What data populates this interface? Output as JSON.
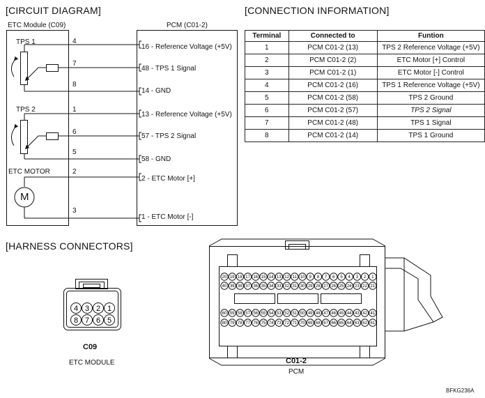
{
  "circuit": {
    "title": "[CIRCUIT DIAGRAM]",
    "etc_module_label": "ETC Module (C09)",
    "pcm_label": "PCM (C01-2)",
    "tps1_label": "TPS 1",
    "tps2_label": "TPS 2",
    "etc_motor_label": "ETC MOTOR",
    "motor_symbol": "M",
    "wires": [
      {
        "module_pin": "4",
        "pcm_text": "16 - Reference Voltage (+5V)"
      },
      {
        "module_pin": "7",
        "pcm_text": "48 - TPS 1 Signal"
      },
      {
        "module_pin": "8",
        "pcm_text": "14 - GND"
      },
      {
        "module_pin": "1",
        "pcm_text": "13 - Reference Voltage (+5V)"
      },
      {
        "module_pin": "6",
        "pcm_text": "57 - TPS 2 Signal"
      },
      {
        "module_pin": "5",
        "pcm_text": "58 - GND"
      },
      {
        "module_pin": "2",
        "pcm_text": "2 - ETC Motor [+]"
      },
      {
        "module_pin": "3",
        "pcm_text": "1 - ETC Motor [-]"
      }
    ]
  },
  "connection": {
    "title": "[CONNECTION INFORMATION]",
    "headers": [
      "Terminal",
      "Connected to",
      "Funtion"
    ],
    "rows": [
      [
        "1",
        "PCM C01-2 (13)",
        "TPS 2 Reference Voltage (+5V)"
      ],
      [
        "2",
        "PCM C01-2 (2)",
        "ETC Motor [+] Control"
      ],
      [
        "3",
        "PCM C01-2 (1)",
        "ETC Motor [-] Control"
      ],
      [
        "4",
        "PCM C01-2 (16)",
        "TPS 1 Reference Voltage (+5V)"
      ],
      [
        "5",
        "PCM C01-2 (58)",
        "TPS 2 Ground"
      ],
      [
        "6",
        "PCM C01-2 (57)",
        "TPS 2 Signal"
      ],
      [
        "7",
        "PCM C01-2 (48)",
        "TPS 1 Signal"
      ],
      [
        "8",
        "PCM C01-2 (14)",
        "TPS 1 Ground"
      ]
    ]
  },
  "harness": {
    "title": "[HARNESS CONNECTORS]",
    "c09": {
      "code": "C09",
      "desc": "ETC MODULE",
      "top_row": [
        "4",
        "3",
        "2",
        "1"
      ],
      "bottom_row": [
        "8",
        "7",
        "6",
        "5"
      ]
    },
    "c01": {
      "code": "C01-2",
      "desc": "PCM",
      "row1": [
        "20",
        "19",
        "18",
        "17",
        "16",
        "15",
        "14",
        "13",
        "12",
        "11",
        "10",
        "9",
        "8",
        "7",
        "6",
        "5",
        "4",
        "3",
        "2",
        "1"
      ],
      "row2": [
        "40",
        "39",
        "38",
        "37",
        "36",
        "35",
        "34",
        "33",
        "32",
        "31",
        "30",
        "29",
        "28",
        "27",
        "26",
        "25",
        "24",
        "23",
        "22",
        "21"
      ],
      "row3": [
        "60",
        "59",
        "58",
        "57",
        "56",
        "55",
        "54",
        "53",
        "52",
        "51",
        "50",
        "49",
        "48",
        "47",
        "46",
        "45",
        "44",
        "43",
        "42",
        "41"
      ],
      "row4": [
        "80",
        "79",
        "78",
        "77",
        "76",
        "75",
        "74",
        "73",
        "72",
        "71",
        "70",
        "69",
        "68",
        "67",
        "66",
        "65",
        "64",
        "63",
        "62",
        "61"
      ]
    }
  },
  "figure_code": "BFKG236A"
}
